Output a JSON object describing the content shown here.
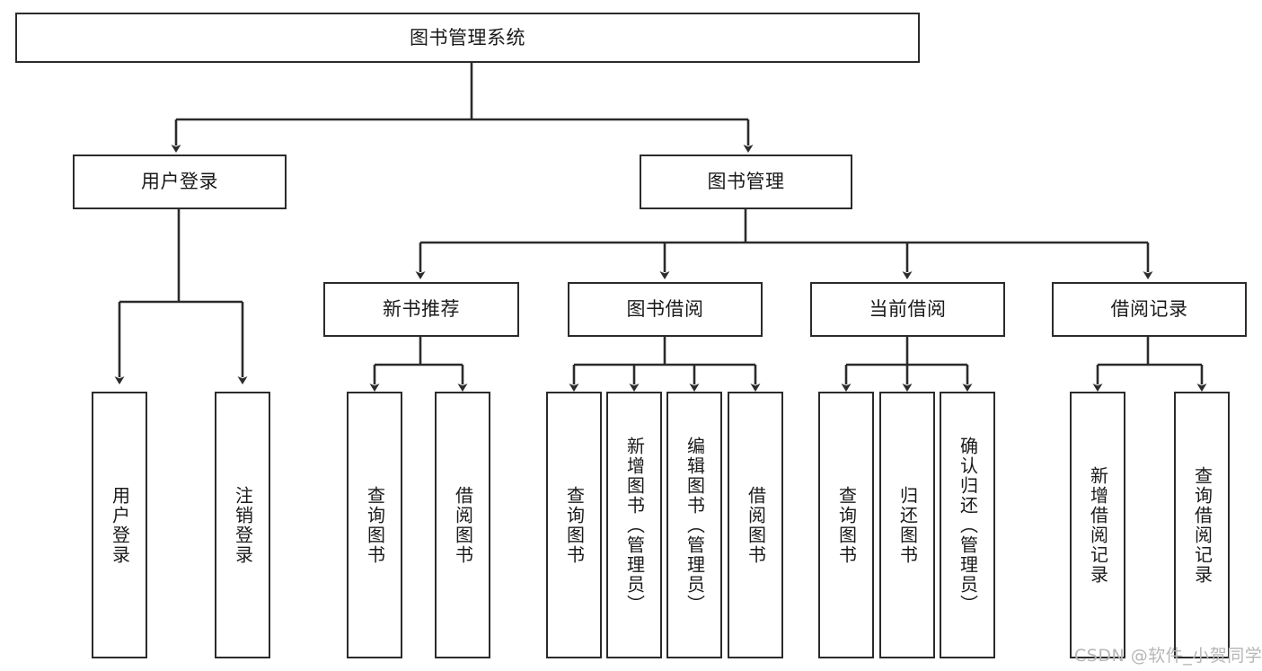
{
  "diagram": {
    "title": "图书管理系统",
    "type": "功能结构图",
    "stroke_color": "#2b2b2b",
    "background_color": "#ffffff",
    "text_color": "#1a1a1a"
  },
  "root": {
    "id": "root",
    "label": "图书管理系统"
  },
  "level2": [
    {
      "id": "user-login",
      "label": "用户登录"
    },
    {
      "id": "book-manage",
      "label": "图书管理"
    }
  ],
  "level3": [
    {
      "id": "new-book-recommend",
      "label": "新书推荐"
    },
    {
      "id": "book-borrow",
      "label": "图书借阅"
    },
    {
      "id": "current-borrow",
      "label": "当前借阅"
    },
    {
      "id": "borrow-record",
      "label": "借阅记录"
    }
  ],
  "leaves": {
    "user_login": [
      {
        "id": "leaf-user-login",
        "label": "用户登录"
      },
      {
        "id": "leaf-user-logout",
        "label": "注销登录"
      }
    ],
    "new_book_recommend": [
      {
        "id": "leaf-query-book-1",
        "label": "查询图书"
      },
      {
        "id": "leaf-borrow-book-1",
        "label": "借阅图书"
      }
    ],
    "book_borrow": [
      {
        "id": "leaf-query-book-2",
        "label": "查询图书"
      },
      {
        "id": "leaf-add-book",
        "label": "新增图书（管理员）"
      },
      {
        "id": "leaf-edit-book",
        "label": "编辑图书（管理员）"
      },
      {
        "id": "leaf-borrow-book-2",
        "label": "借阅图书"
      }
    ],
    "current_borrow": [
      {
        "id": "leaf-query-book-3",
        "label": "查询图书"
      },
      {
        "id": "leaf-return-book",
        "label": "归还图书"
      },
      {
        "id": "leaf-confirm-return",
        "label": "确认归还（管理员）"
      }
    ],
    "borrow_record": [
      {
        "id": "leaf-add-record",
        "label": "新增借阅记录"
      },
      {
        "id": "leaf-query-record",
        "label": "查询借阅记录"
      }
    ]
  },
  "watermark": {
    "text": "CSDN @软件_小贺同学"
  }
}
